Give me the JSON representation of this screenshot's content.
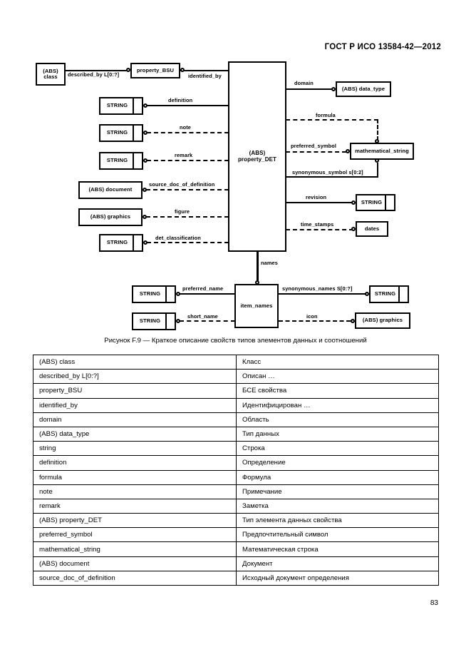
{
  "header": {
    "standard": "ГОСТ Р ИСО 13584-42—2012"
  },
  "figure": {
    "caption": "Рисунок F.9 — Краткое описание свойств типов элементов данных и соотношений",
    "nodes": {
      "abs_class": "(ABS)\nclass",
      "property_bsu": "property_BSU",
      "property_det": "(ABS)\nproperty_DET",
      "abs_data_type": "(ABS) data_type",
      "mathematical_string": "mathematical_string",
      "string_definition": "STRING",
      "string_note": "STRING",
      "string_remark": "STRING",
      "abs_document": "(ABS) document",
      "abs_graphics": "(ABS) graphics",
      "string_det_classification": "STRING",
      "string_revision": "STRING",
      "dates": "dates",
      "item_names": "item_names",
      "string_preferred_name": "STRING",
      "string_short_name": "STRING",
      "string_synonymous_names": "STRING",
      "abs_graphics_icon": "(ABS) graphics"
    },
    "relations": {
      "described_by": "described_by L[0:?]",
      "identified_by": "identified_by",
      "domain": "domain",
      "definition": "definition",
      "formula": "formula",
      "note": "note",
      "preferred_symbol": "preferred_symbol",
      "remark": "remark",
      "synonymous_symbol": "synonymous_symbol s[0:2]",
      "source_doc_of_definition": "source_doc_of_definition",
      "revision": "revision",
      "figure": "figure",
      "time_stamps": "time_stamps",
      "det_classification": "det_classification",
      "names": "names",
      "preferred_name": "preferred_name",
      "synonymous_names": "synonymous_names S[0:?]",
      "short_name": "short_name",
      "icon": "icon"
    }
  },
  "legend": {
    "rows": [
      {
        "term": "(ABS) class",
        "translation": "Класс"
      },
      {
        "term": "described_by L[0:?]",
        "translation": "Описан …"
      },
      {
        "term": "property_BSU",
        "translation": "БСЕ свойства"
      },
      {
        "term": "identified_by",
        "translation": "Идентифицирован …"
      },
      {
        "term": "domain",
        "translation": "Область"
      },
      {
        "term": "(ABS) data_type",
        "translation": "Тип данных"
      },
      {
        "term": "string",
        "translation": "Строка"
      },
      {
        "term": "definition",
        "translation": "Определение"
      },
      {
        "term": "formula",
        "translation": "Формула"
      },
      {
        "term": "note",
        "translation": "Примечание"
      },
      {
        "term": "remark",
        "translation": "Заметка"
      },
      {
        "term": "(ABS) property_DET",
        "translation": "Тип элемента данных свойства"
      },
      {
        "term": "preferred_symbol",
        "translation": "Предпочтительный символ"
      },
      {
        "term": "mathematical_string",
        "translation": "Математическая строка"
      },
      {
        "term": "(ABS) document",
        "translation": "Документ"
      },
      {
        "term": "source_doc_of_definition",
        "translation": "Исходный документ определения"
      }
    ]
  },
  "footer": {
    "page_number": "83"
  }
}
